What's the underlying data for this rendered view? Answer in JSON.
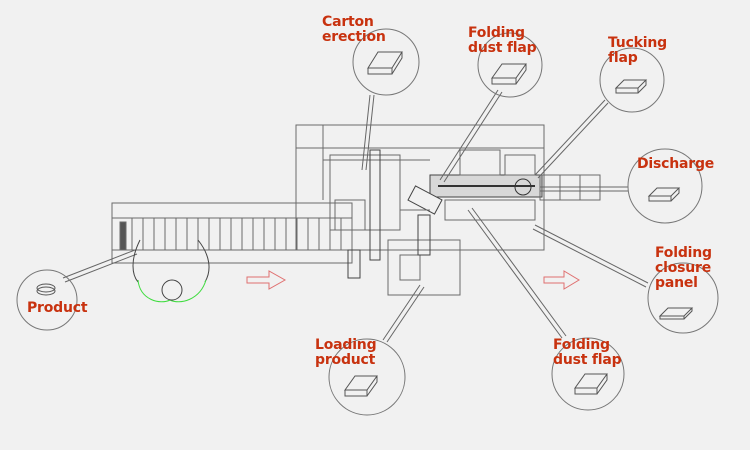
{
  "diagram": {
    "title": "Cartoning machine process layout",
    "label_color": "#c8320f",
    "line_color": "#555555",
    "operator_color": "#3fdc3f",
    "arrow_color": "#e07070",
    "stations": [
      {
        "id": "carton-erection",
        "lines": [
          "Carton",
          "erection"
        ]
      },
      {
        "id": "folding-dust-flap-top",
        "lines": [
          "Folding",
          "dust flap"
        ]
      },
      {
        "id": "tucking-flap",
        "lines": [
          "Tucking",
          "flap"
        ]
      },
      {
        "id": "discharge",
        "lines": [
          "Discharge"
        ]
      },
      {
        "id": "folding-closure-panel",
        "lines": [
          "Folding",
          "closure",
          "panel"
        ]
      },
      {
        "id": "folding-dust-flap-bottom",
        "lines": [
          "Folding",
          "dust flap"
        ]
      },
      {
        "id": "loading-product",
        "lines": [
          "Loading",
          "product"
        ]
      },
      {
        "id": "product",
        "lines": [
          "Product"
        ]
      }
    ],
    "flow_direction": "left-to-right"
  }
}
